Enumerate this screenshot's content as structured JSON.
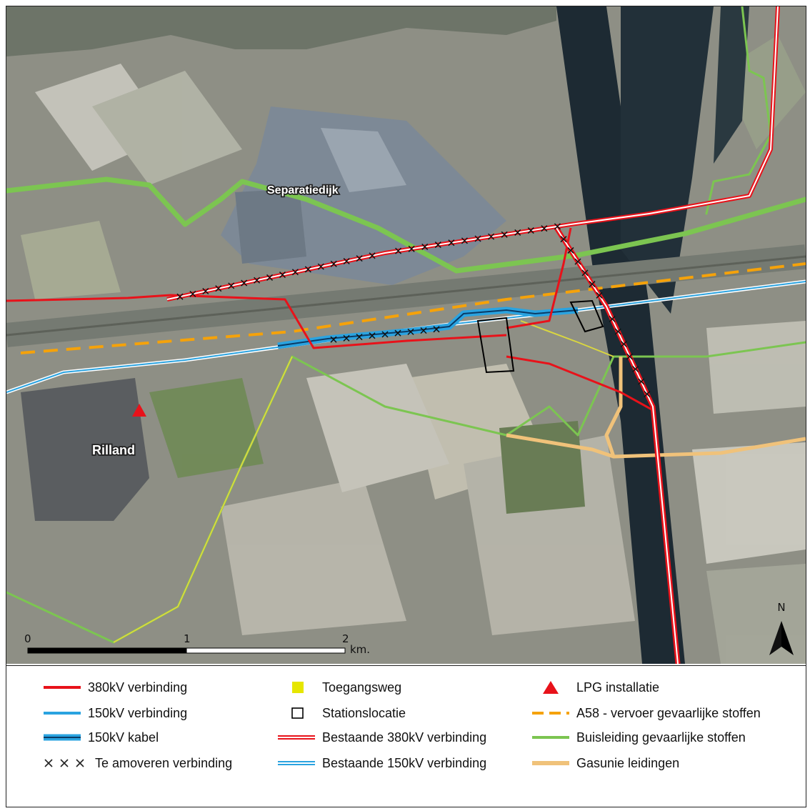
{
  "map": {
    "place_labels": {
      "separatiedijk": "Separatiedijk",
      "rilland": "Rilland"
    },
    "north_arrow": {
      "letter": "N"
    },
    "scale_bar": {
      "ticks": [
        "0",
        "1",
        "2"
      ],
      "unit": "km."
    }
  },
  "legend": {
    "items": [
      {
        "key": "380kv",
        "label": "380kV verbinding"
      },
      {
        "key": "150kv",
        "label": "150kV verbinding"
      },
      {
        "key": "150kv_kabel",
        "label": "150kV kabel"
      },
      {
        "key": "amoveren",
        "label": "Te amoveren verbinding"
      },
      {
        "key": "toegangsweg",
        "label": "Toegangsweg"
      },
      {
        "key": "stationslocatie",
        "label": "Stationslocatie"
      },
      {
        "key": "bestaande380",
        "label": "Bestaande 380kV verbinding"
      },
      {
        "key": "bestaande150",
        "label": "Bestaande 150kV verbinding"
      },
      {
        "key": "lpg",
        "label": "LPG installatie"
      },
      {
        "key": "a58",
        "label": "A58 - vervoer gevaarlijke stoffen"
      },
      {
        "key": "buisleiding",
        "label": "Buisleiding gevaarlijke stoffen"
      },
      {
        "key": "gasunie",
        "label": "Gasunie leidingen"
      }
    ]
  },
  "colors": {
    "red_380kv": "#e8121a",
    "blue_150kv": "#2aa3e0",
    "yellow_toegangsweg": "#e6e600",
    "orange_a58": "#f5a20a",
    "green_buisleiding": "#7cc551",
    "tan_gasunie": "#f0c27a",
    "water": "#1d2a33"
  }
}
